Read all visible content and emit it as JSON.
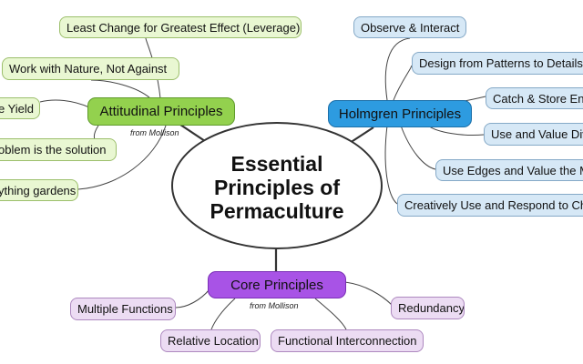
{
  "center": {
    "title": "Essential\nPrinciples of\nPermaculture"
  },
  "attitudinal": {
    "title": "Attitudinal Principles",
    "note": "from Mollison",
    "items": [
      "Least Change for Greatest Effect (Leverage)",
      "Work with Nature, Not Against",
      "e Yield",
      "oblem is the solution",
      "ything gardens"
    ]
  },
  "holmgren": {
    "title": "Holmgren Principles",
    "items": [
      "Observe & Interact",
      "Design from Patterns to Details",
      "Catch & Store Energy",
      "Use and Value Diversity",
      "Use Edges and Value the Marginal",
      "Creatively Use and Respond to Change"
    ]
  },
  "core": {
    "title": "Core Principles",
    "note": "from Mollison",
    "items": [
      "Multiple Functions",
      "Relative Location",
      "Functional Interconnection",
      "Redundancy"
    ]
  },
  "colors": {
    "attitudinal_main": "#93d14e",
    "holmgren_main": "#2d9be0",
    "core_main": "#a853e6",
    "attitudinal_leaf": "#e9f7d2",
    "holmgren_leaf": "#d6e8f6",
    "core_leaf": "#ecdcf3"
  }
}
